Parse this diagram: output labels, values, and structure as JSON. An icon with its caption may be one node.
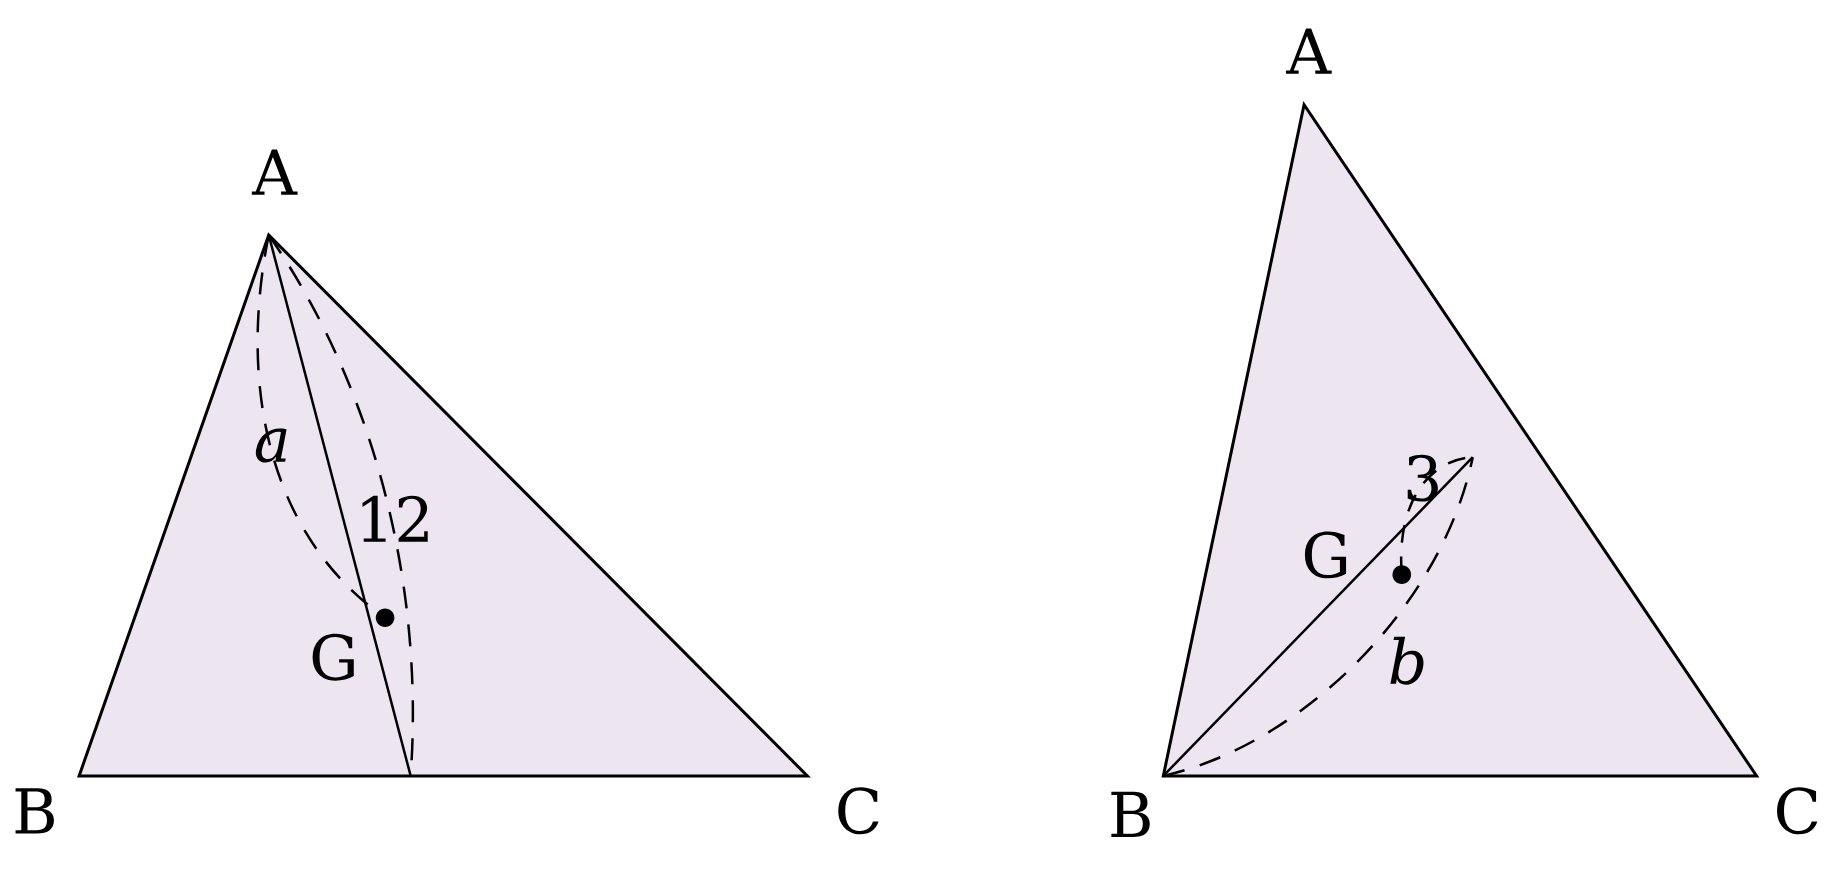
{
  "diagram": {
    "labels": [
      "A",
      "B",
      "C",
      "G",
      "a",
      "12",
      "A",
      "B",
      "C",
      "G",
      "3",
      "b"
    ]
  }
}
